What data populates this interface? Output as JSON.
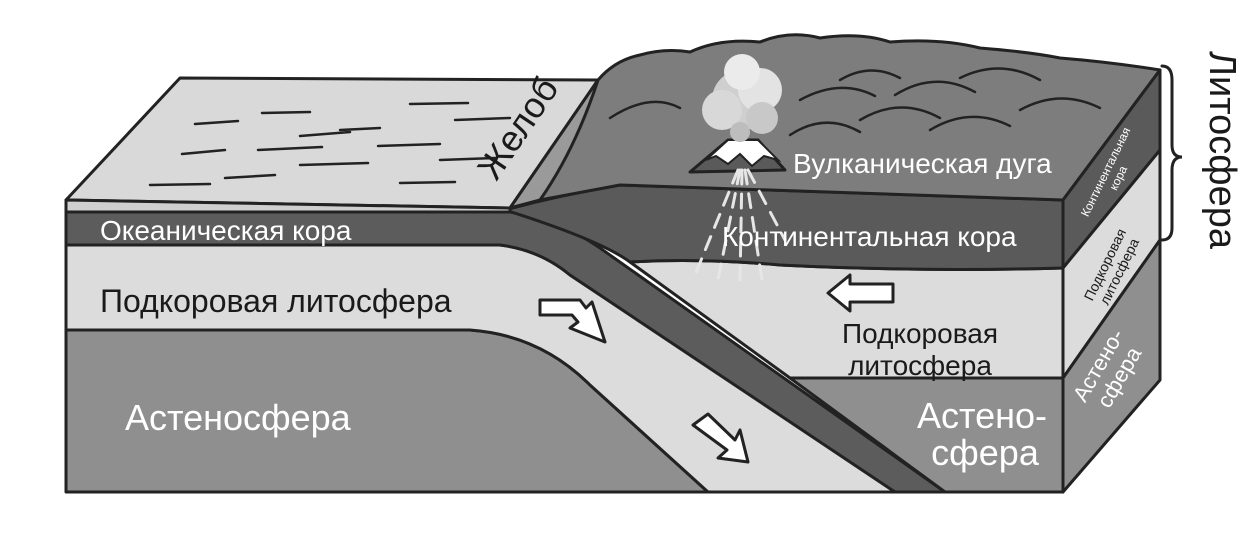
{
  "labels": {
    "trench": "Желоб",
    "oceanic_crust": "Океаническая кора",
    "sub_lithosphere_left": "Подкоровая литосфера",
    "asthenosphere_left": "Астеносфера",
    "volcanic_arc": "Вулканическая дуга",
    "continental_crust": "Континентальная кора",
    "sub_lithosphere_right_line1": "Подкоровая",
    "sub_lithosphere_right_line2": "литосфера",
    "asthenosphere_right_line1": "Астено-",
    "asthenosphere_right_line2": "сфера",
    "side_continental_crust_line1": "Континентальная",
    "side_continental_crust_line2": "кора",
    "side_sub_lithosphere_line1": "Подкоровая",
    "side_sub_lithosphere_line2": "литосфера",
    "side_asthenosphere_line1": "Астено-",
    "side_asthenosphere_line2": "сфера",
    "lithosphere": "Литосфера"
  },
  "colors": {
    "ocean_top": "#d9d9d9",
    "oceanic_crust": "#5c5c5c",
    "sub_lithosphere": "#dcdcdc",
    "asthenosphere": "#8f8f8f",
    "continental_crust": "#5a5a5a",
    "mountains": "#7d7d7d",
    "outline": "#222222"
  }
}
